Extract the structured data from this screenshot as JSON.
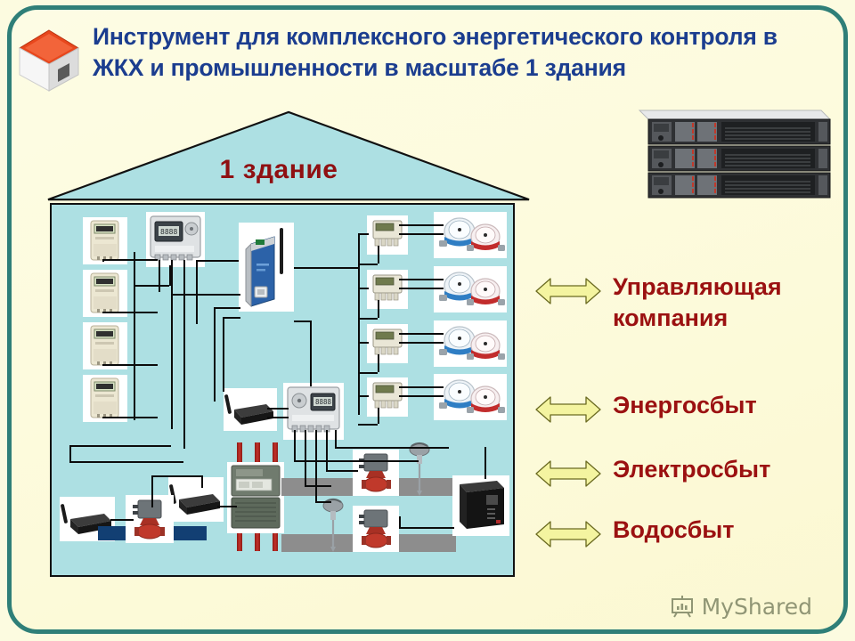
{
  "slide": {
    "title": "Инструмент для комплексного энергетического контроля в ЖКХ и промышленности в масштабе 1 здания",
    "background_color": "#fdfce2",
    "border_color": "#2f7f78",
    "title_color": "#1b3d8f"
  },
  "house_icon": {
    "name": "house-icon",
    "roof_color": "#e8471d",
    "wall_color": "#f2f2f2"
  },
  "building": {
    "label": "1 здание",
    "label_color": "#8f1012",
    "fill_color": "#ade0e3",
    "outline_color": "#111111"
  },
  "servers": {
    "name": "server-rack",
    "units": 3,
    "color": "#3a3a3a"
  },
  "legend": {
    "arrow_fill": "#f4f4a0",
    "arrow_stroke": "#6a6a21",
    "text_color": "#9b1111",
    "items": [
      {
        "label": "Управляющая\nкомпания",
        "icon": "double-arrow-icon"
      },
      {
        "label": "Энергосбыт",
        "icon": "double-arrow-icon"
      },
      {
        "label": "Электросбыт",
        "icon": "double-arrow-icon"
      },
      {
        "label": "Водосбыт",
        "icon": "double-arrow-icon"
      }
    ]
  },
  "devices": {
    "electric_meters": [
      {
        "name": "electricity-meter-1"
      },
      {
        "name": "electricity-meter-2"
      },
      {
        "name": "electricity-meter-3"
      },
      {
        "name": "electricity-meter-4"
      }
    ],
    "heat_controllers": [
      {
        "name": "heat-meter-controller-top"
      },
      {
        "name": "heat-meter-controller-middle"
      }
    ],
    "gateway": {
      "name": "gsm-gateway"
    },
    "pulse_adapters": [
      {
        "name": "pulse-adapter-1"
      },
      {
        "name": "pulse-adapter-2"
      },
      {
        "name": "pulse-adapter-3"
      },
      {
        "name": "pulse-adapter-4"
      },
      {
        "name": "pulse-adapter-5"
      }
    ],
    "water_meter_pairs": [
      {
        "name": "water-meter-pair-1",
        "cold_color": "#2f7ec4",
        "hot_color": "#c22c2c"
      },
      {
        "name": "water-meter-pair-2",
        "cold_color": "#2f7ec4",
        "hot_color": "#c22c2c"
      },
      {
        "name": "water-meter-pair-3",
        "cold_color": "#2f7ec4",
        "hot_color": "#c22c2c"
      },
      {
        "name": "water-meter-pair-4",
        "cold_color": "#2f7ec4",
        "hot_color": "#c22c2c"
      },
      {
        "name": "water-meter-pair-5",
        "cold_color": "#2f7ec4",
        "hot_color": "#c22c2c"
      }
    ],
    "radio_modems": [
      {
        "name": "radio-modem-1"
      },
      {
        "name": "radio-modem-2"
      },
      {
        "name": "radio-modem-3"
      }
    ],
    "three_phase_meter": {
      "name": "three-phase-electricity-meter",
      "phase_bars": 3
    },
    "flow_meters": [
      {
        "name": "flow-meter-blue-pipe"
      },
      {
        "name": "flow-meter-gray-pipe-upper"
      },
      {
        "name": "flow-meter-gray-pipe-lower"
      }
    ],
    "temperature_sensors": [
      {
        "name": "temperature-sensor-upper"
      },
      {
        "name": "temperature-sensor-lower"
      }
    ],
    "frequency_converter": {
      "name": "frequency-converter"
    }
  },
  "watermark": {
    "text": "MyShared",
    "icon": "presentation-chart-icon"
  }
}
